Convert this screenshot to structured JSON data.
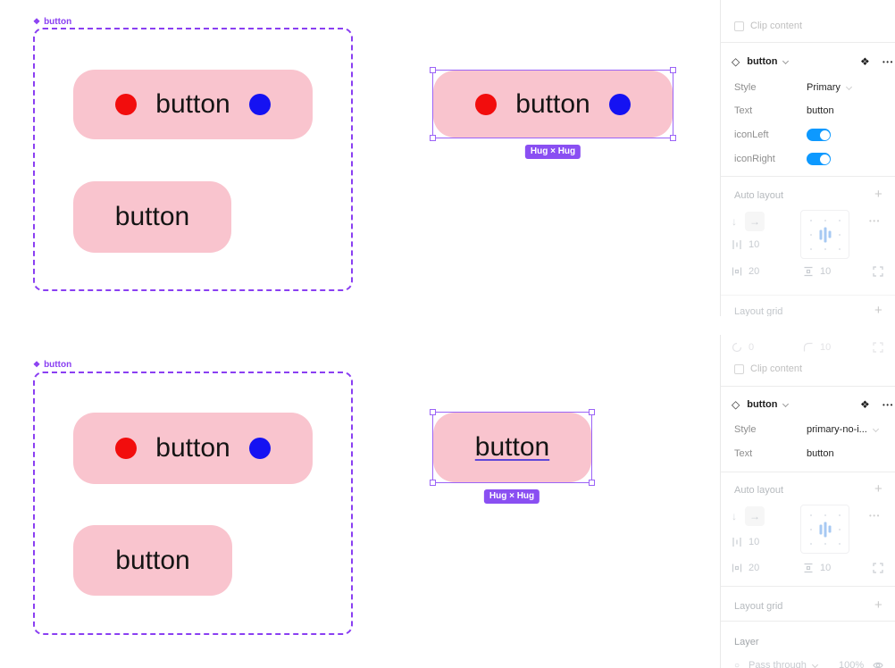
{
  "icons": {
    "component": "❖",
    "instance": "◇",
    "arrow_down": "↓",
    "arrow_right": "→",
    "more": "•••",
    "plus": "+",
    "blend_circle": "○"
  },
  "canvas": {
    "badge_label": "Hug × Hug",
    "colors": {
      "button_fill": "#f9c4ce",
      "icon_left": "#f20d0d",
      "icon_right": "#1512f2",
      "component_purple": "#8a3ff2",
      "badge_purple": "#8a4ff2"
    },
    "sections": [
      {
        "frame_label": "button",
        "buttons": [
          {
            "text": "button"
          },
          {
            "text": "button"
          }
        ],
        "selected_button": {
          "text": "button"
        }
      },
      {
        "frame_label": "button",
        "buttons": [
          {
            "text": "button"
          },
          {
            "text": "button"
          }
        ],
        "selected_button": {
          "text": "button"
        }
      }
    ]
  },
  "inspector_top": {
    "clip_content_label": "Clip content",
    "header": {
      "title": "button"
    },
    "style_label": "Style",
    "style_value": "Primary",
    "text_label": "Text",
    "text_value": "button",
    "icon_left_label": "iconLeft",
    "icon_right_label": "iconRight",
    "auto_layout": {
      "title": "Auto layout",
      "spacing": "10",
      "padding_h": "20",
      "padding_v": "10"
    },
    "layout_grid_title": "Layout grid"
  },
  "inspector_bottom": {
    "frame_props": {
      "rotation": "0",
      "corner_radius": "10"
    },
    "clip_content_label": "Clip content",
    "header": {
      "title": "button"
    },
    "style_label": "Style",
    "style_value": "primary-no-i...",
    "text_label": "Text",
    "text_value": "button",
    "auto_layout": {
      "title": "Auto layout",
      "spacing": "10",
      "padding_h": "20",
      "padding_v": "10"
    },
    "layout_grid_title": "Layout grid",
    "layer": {
      "title": "Layer",
      "blend_mode": "Pass through",
      "opacity": "100%"
    }
  }
}
